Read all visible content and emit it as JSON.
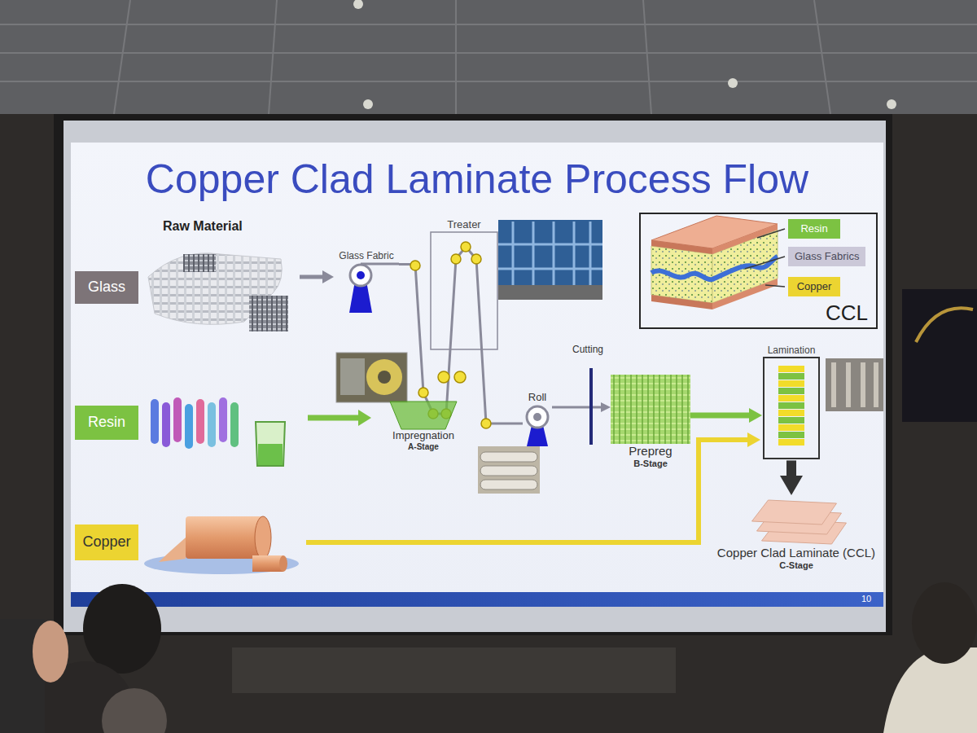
{
  "diagram": {
    "title": "Copper Clad Laminate Process Flow",
    "nodes": [
      {
        "text": [
          "Glass"
        ]
      },
      {
        "text": [
          "Resin"
        ]
      },
      {
        "text": [
          "Copper"
        ]
      },
      {
        "text": [
          "Glass Fabric"
        ]
      },
      {
        "text": [
          "Treater"
        ]
      },
      {
        "text": [
          "Impregnation",
          "A-Stage"
        ]
      },
      {
        "text": [
          "Roll"
        ]
      },
      {
        "text": [
          "Prepreg",
          "B-Stage"
        ]
      },
      {
        "text": [
          "Lamination"
        ]
      },
      {
        "text": [
          "Copper Clad Laminate (CCL)",
          "C-Stage"
        ]
      },
      {
        "text": [
          "CCL"
        ]
      },
      {
        "text": [
          "Resin"
        ],
        "in": 10
      },
      {
        "text": [
          "Glass Fabrics"
        ],
        "in": 10
      },
      {
        "text": [
          "Copper"
        ],
        "in": 10
      }
    ],
    "edges": [
      {
        "from": 3,
        "to": 6,
        "arrow": "none"
      },
      {
        "from": 6,
        "to": 7,
        "arrow": "to"
      },
      {
        "from": 7,
        "to": 8,
        "arrow": "to"
      },
      {
        "from": 8,
        "to": 9,
        "arrow": "to"
      }
    ],
    "labels": [
      "Raw Material",
      "Cutting",
      "10"
    ]
  }
}
